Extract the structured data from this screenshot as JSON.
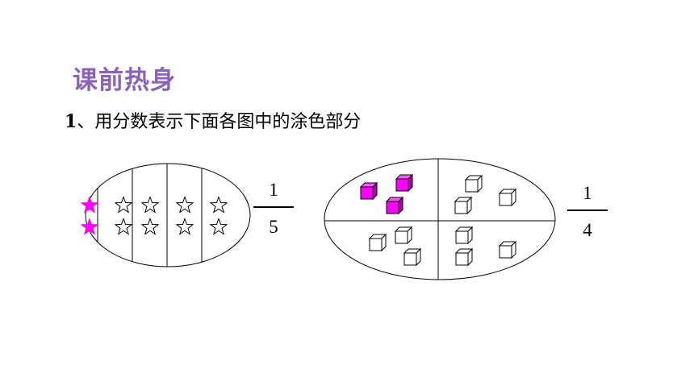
{
  "heading": "课前热身",
  "question": {
    "number": "1",
    "text": "、用分数表示下面各图中的涂色部分"
  },
  "figure_stars": {
    "shaded_count": 2,
    "total_count": 10,
    "group_count": 5,
    "answer": {
      "numerator": "1",
      "denominator": "5"
    }
  },
  "figure_cubes": {
    "shaded_count": 3,
    "total_count": 12,
    "group_count": 4,
    "answer": {
      "numerator": "1",
      "denominator": "4"
    }
  },
  "colors": {
    "heading": "#8a62b8",
    "shade": "#ff00ff",
    "shade_top": "#ff55ff",
    "shade_side": "#b000b0"
  }
}
